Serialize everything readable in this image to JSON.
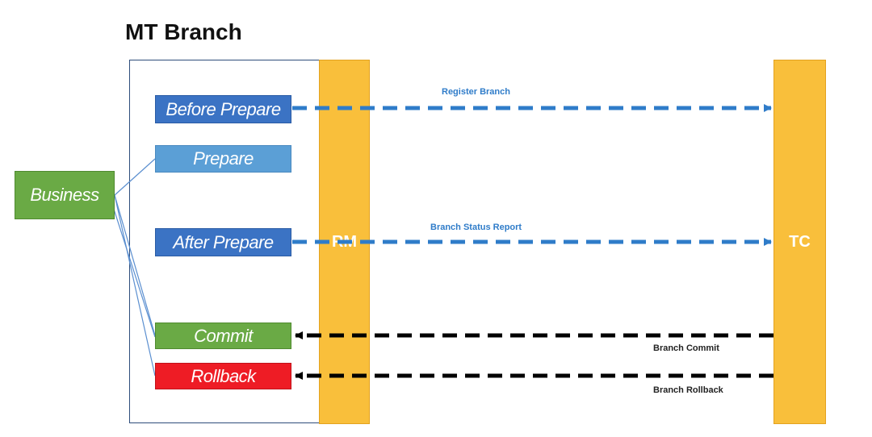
{
  "title": "MT Branch",
  "components": {
    "rm": "RM",
    "tc": "TC",
    "business": "Business"
  },
  "steps": {
    "before_prepare": "Before Prepare",
    "prepare": "Prepare",
    "after_prepare": "After Prepare",
    "commit": "Commit",
    "rollback": "Rollback"
  },
  "messages": {
    "register_branch": "Register Branch",
    "branch_status_report": "Branch Status Report",
    "branch_commit": "Branch Commit",
    "branch_rollback": "Branch Rollback"
  },
  "colors": {
    "component_bar": "#f9bf3b",
    "step_blue": "#3b73c4",
    "step_light_blue": "#5b9fd6",
    "step_green": "#6aaa45",
    "step_red": "#ee1c25",
    "request_arrow": "#2f7cc9",
    "response_arrow": "#000000"
  }
}
